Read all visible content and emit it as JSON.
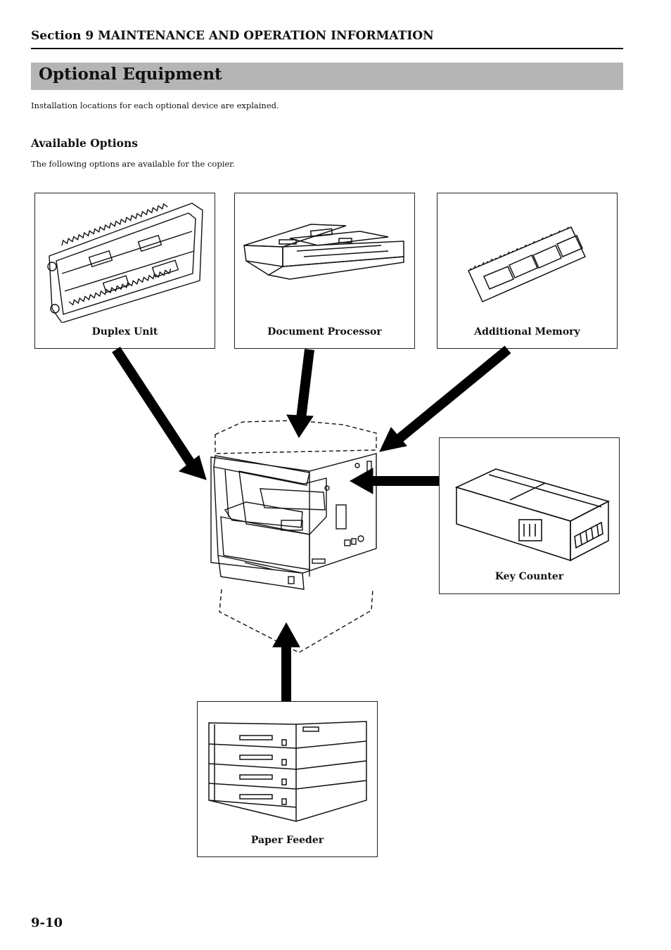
{
  "header": {
    "section": "Section 9  MAINTENANCE AND OPERATION INFORMATION"
  },
  "page": {
    "title": "Optional Equipment",
    "intro": "Installation locations for each optional device are explained.",
    "subheading": "Available Options",
    "subintro": "The following options are available for the copier."
  },
  "options": {
    "duplex": "Duplex Unit",
    "document_processor": "Document Processor",
    "memory": "Additional Memory",
    "key_counter": "Key Counter",
    "paper_feeder": "Paper Feeder"
  },
  "footer": {
    "page_number": "9-10"
  }
}
